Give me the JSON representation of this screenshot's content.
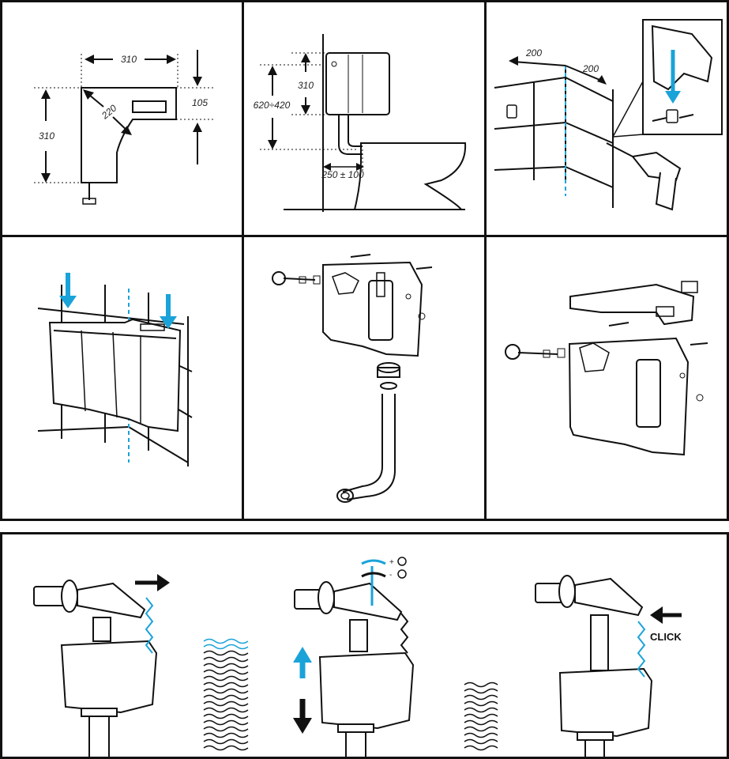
{
  "colors": {
    "accent": "#1aa3d9",
    "ink": "#111111",
    "background": "#ffffff"
  },
  "panel1": {
    "dim_width": "310",
    "dim_height": "310",
    "dim_diagonal": "220",
    "dim_depth": "105"
  },
  "panel2": {
    "dim_height_range": "620÷420",
    "dim_tank": "310",
    "dim_offset": "250 ± 100"
  },
  "panel3": {
    "dim_left": "200",
    "dim_right": "200"
  },
  "panel7": {
    "label_plus": "+",
    "label_minus": "-",
    "label_click": "CLICK"
  },
  "icons": [
    "arrow-down-icon",
    "arrow-right-icon",
    "arrow-left-icon",
    "arrow-up-icon",
    "drill-icon",
    "rotate-cw-icon",
    "rotate-ccw-icon",
    "water-waves-icon"
  ]
}
